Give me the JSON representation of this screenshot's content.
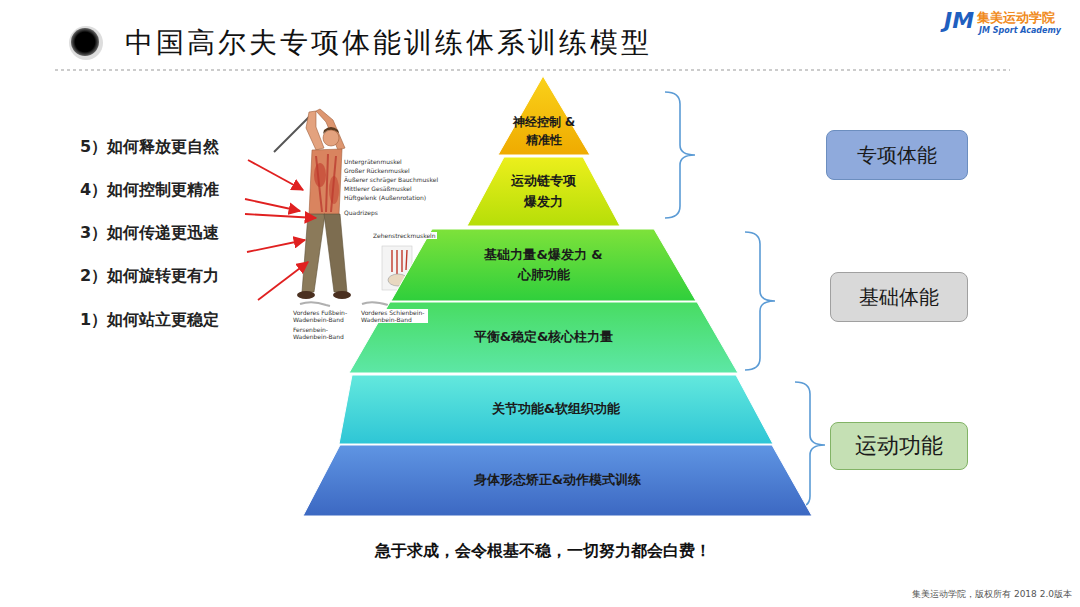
{
  "diagram": {
    "title": "中国高尔夫专项体能训练体系训练模型",
    "caption": "急于求成，会令根基不稳，一切努力都会白费！",
    "nodes": [
      {
        "text": [
          "神经控制 &精准性"
        ]
      },
      {
        "text": [
          "运动链专项 爆发力"
        ]
      },
      {
        "text": [
          "基础力量&爆发力 &心肺功能"
        ]
      },
      {
        "text": [
          "平衡&稳定&核心柱力量"
        ]
      },
      {
        "text": [
          "关节功能&软组织功能"
        ]
      },
      {
        "text": [
          "身体形态矫正&动作模式训练"
        ]
      },
      {
        "text": [
          "专项体能"
        ]
      },
      {
        "text": [
          "基础体能"
        ]
      },
      {
        "text": [
          "运动功能"
        ]
      }
    ],
    "labels": [
      "JM",
      "集美运动学院",
      "JM Sport Academy",
      "5）如何释放更自然",
      "4）如何控制更精准",
      "3）如何传递更迅速",
      "2）如何旋转更有力",
      "1）如何站立更稳定",
      "Untergrätenmuskel",
      "Großer Rückenmuskel",
      "Äußerer schräger Bauchmuskel",
      "Mittlerer Gesäßmuskel",
      "Hüftgelenk (Außenrotation)",
      "Quadrizeps",
      "Zehenstreckmuskeln",
      "Vorderes Fußbein-Wadenbein-Band",
      "Vorderes Schienbein-Wadenbein-Band",
      "Fersenbein-Wadenbein-Band",
      "集美运动学院，版权所有 2018 2.0版本"
    ]
  }
}
